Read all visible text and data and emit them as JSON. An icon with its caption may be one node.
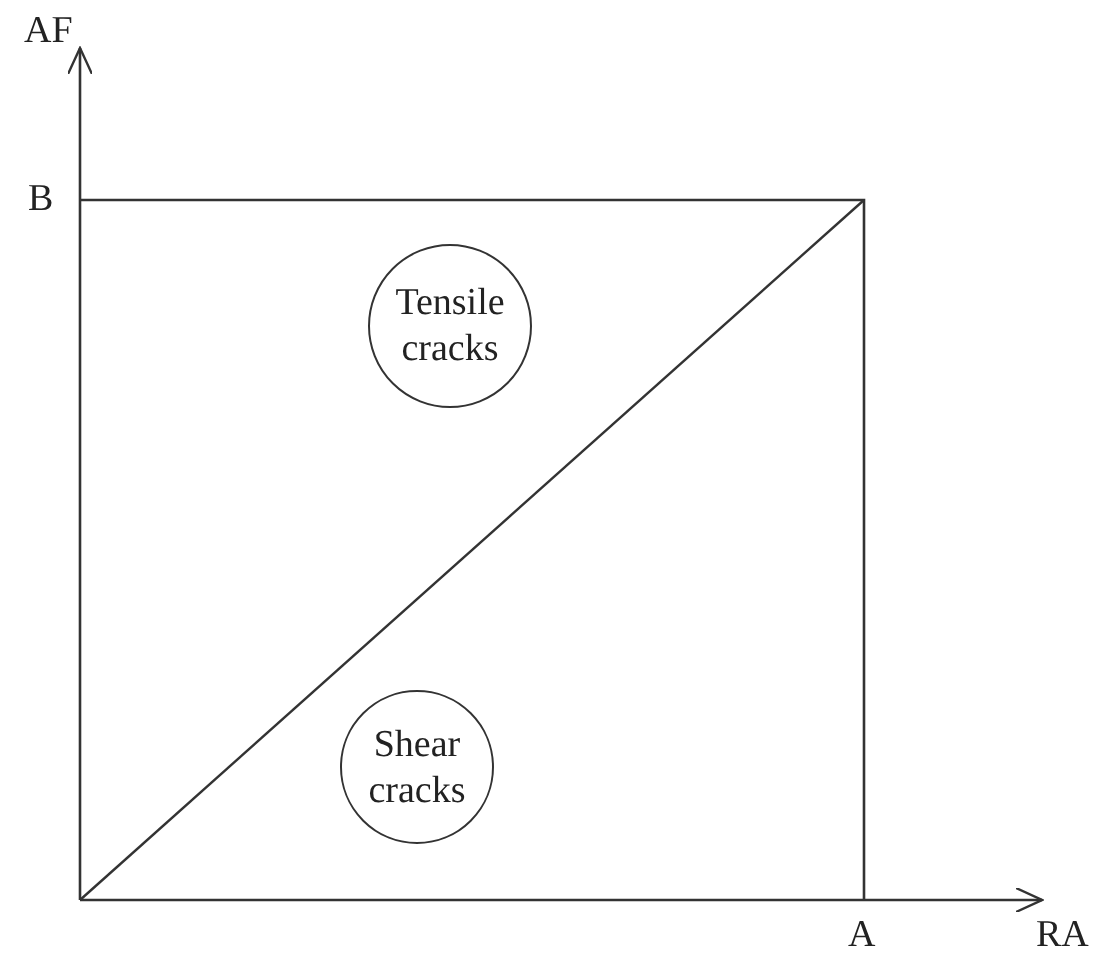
{
  "diagram": {
    "nodes": [
      {
        "text": [
          "Tensile cracks"
        ]
      },
      {
        "text": [
          "Shear cracks"
        ]
      }
    ],
    "labels": [
      "AF",
      "B",
      "A",
      "RA"
    ]
  }
}
